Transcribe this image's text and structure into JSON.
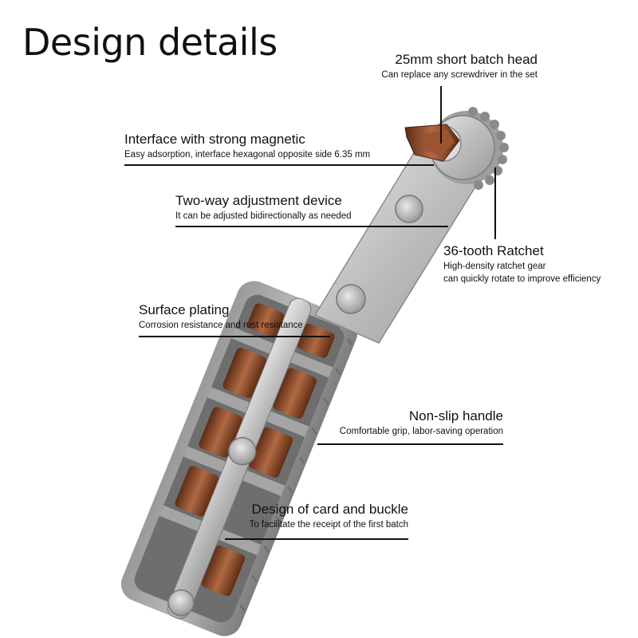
{
  "title": "Design details",
  "callouts": {
    "batch_head": {
      "heading": "25mm short batch head",
      "desc": "Can replace any screwdriver in the set"
    },
    "magnetic": {
      "heading": "Interface with strong magnetic",
      "desc": "Easy adsorption, interface hexagonal opposite side 6.35 mm"
    },
    "two_way": {
      "heading": "Two-way adjustment device",
      "desc": "It can be adjusted bidirectionally as needed"
    },
    "ratchet": {
      "heading": "36-tooth Ratchet",
      "desc_line1": "High-density ratchet gear",
      "desc_line2": "can quickly rotate to improve efficiency"
    },
    "plating": {
      "heading": "Surface plating",
      "desc": "Corrosion resistance and rust resistance"
    },
    "handle": {
      "heading": "Non-slip handle",
      "desc": "Comfortable grip, labor-saving operation"
    },
    "card_buckle": {
      "heading": "Design of card and buckle",
      "desc": "To facilitate the receipt of the first batch"
    }
  },
  "colors": {
    "steel": "#c4c4c4",
    "handle_grey": "#8e8e8e",
    "bit_copper": "#8a4a2a",
    "text": "#111111"
  }
}
